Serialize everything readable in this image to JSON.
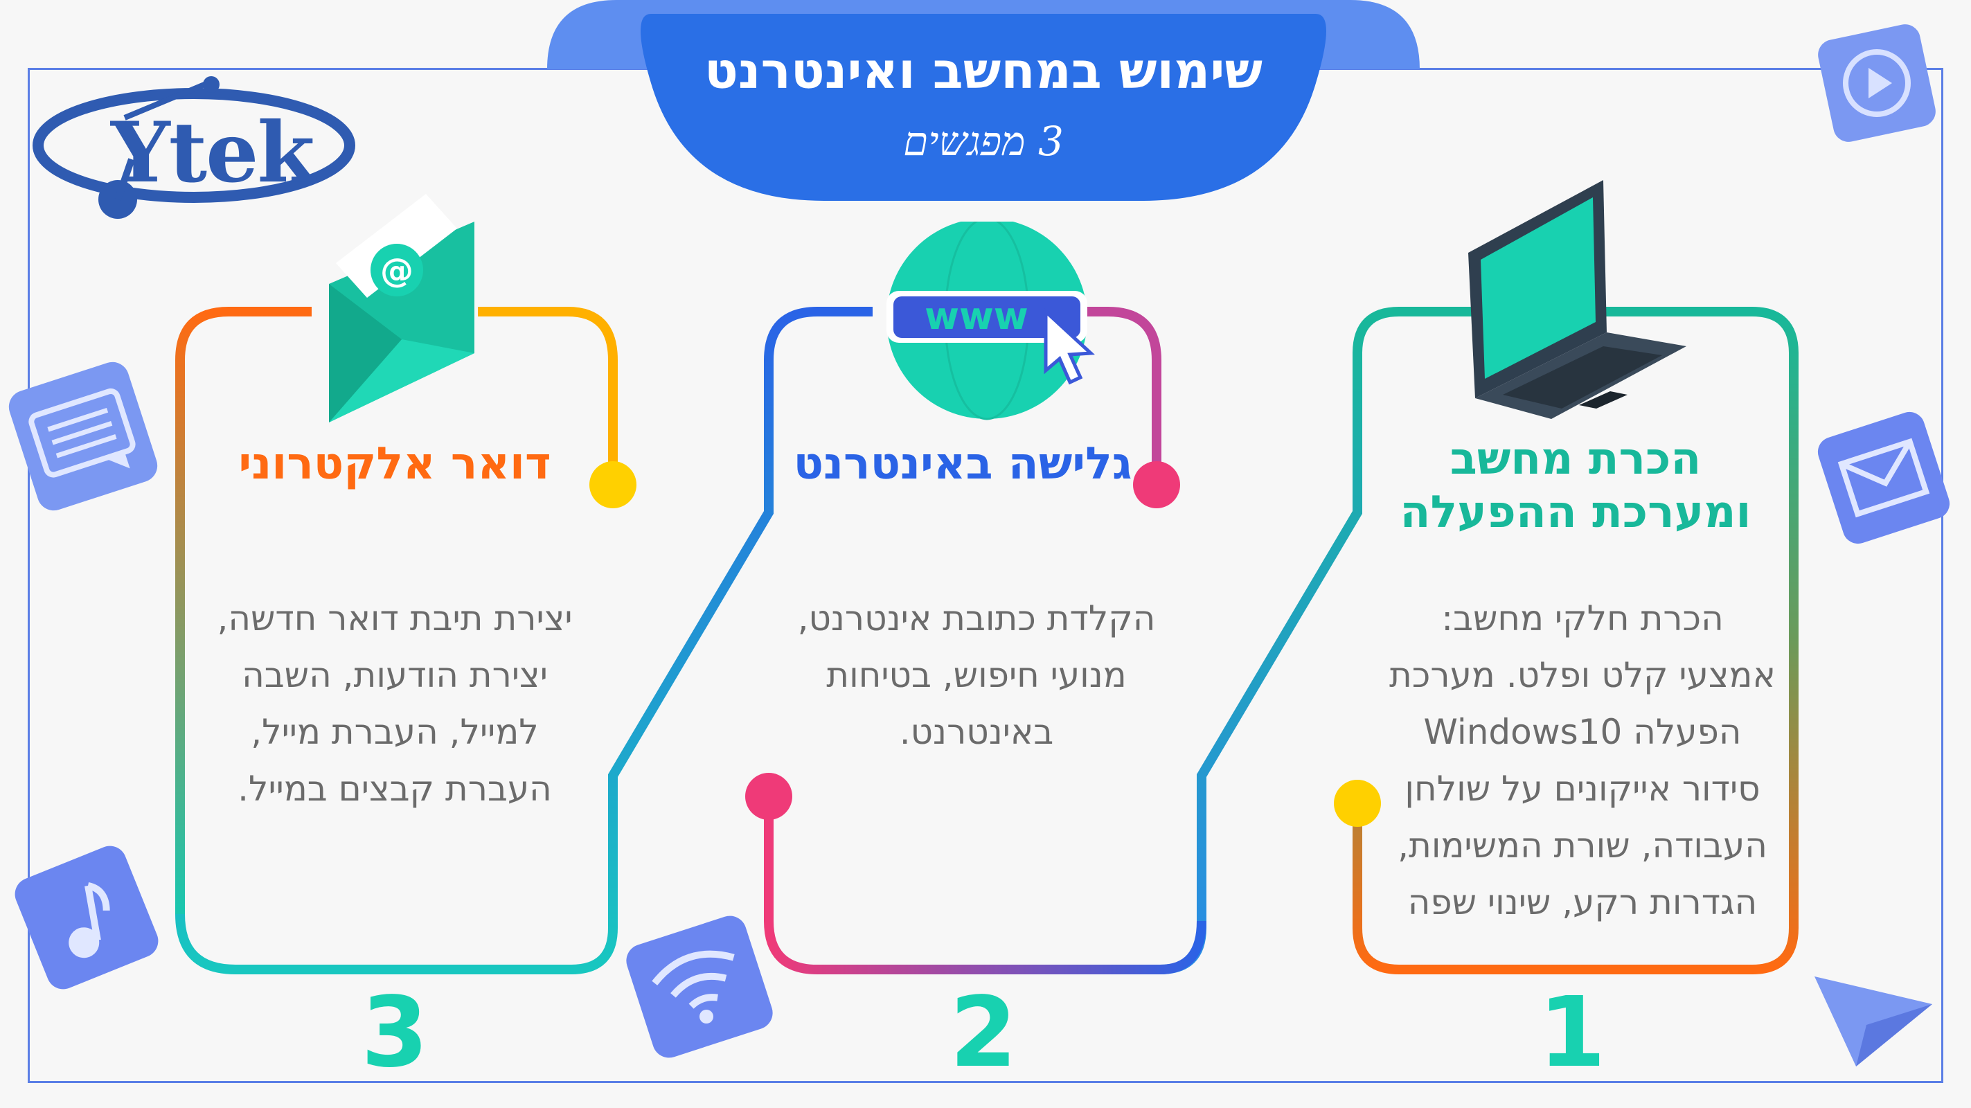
{
  "header": {
    "title": "שימוש במחשב ואינטרנט",
    "subtitle": "3 מפגשים"
  },
  "logo": {
    "text": "Ytek"
  },
  "cards": [
    {
      "number": "1",
      "title_line1": "הכרת מחשב",
      "title_line2": "ומערכת ההפעלה",
      "body": [
        "הכרת חלקי מחשב:",
        "אמצעי קלט ופלט. מערכת",
        "הפעלה Windows10",
        "סידור אייקונים על שולחן",
        "העבודה, שורת המשימות,",
        "הגדרות רקע, שינוי שפה"
      ],
      "title_color": "#18b89a",
      "icon": "laptop-icon"
    },
    {
      "number": "2",
      "title_line1": "גלישה באינטרנט",
      "body": [
        "הקלדת כתובת אינטרנט,",
        "מנועי חיפוש, בטיחות",
        "באינטרנט."
      ],
      "title_color": "#2a63e6",
      "icon_text": "www",
      "icon": "globe-www-icon"
    },
    {
      "number": "3",
      "title_line1": "דואר אלקטרוני",
      "body": [
        "יצירת תיבת דואר חדשה,",
        "יצירת הודעות, השבה",
        "למייל, העברת מייל,",
        "העברת קבצים במייל."
      ],
      "title_color": "#ff6a12",
      "icon_text": "@",
      "icon": "envelope-icon"
    }
  ],
  "colors": {
    "header_bg": "#2a6fe6",
    "accent_blue": "#5b7fe6",
    "teal": "#18d1b0",
    "orange": "#ff6a12",
    "yellow": "#ffd000",
    "pink": "#ef3a78"
  }
}
